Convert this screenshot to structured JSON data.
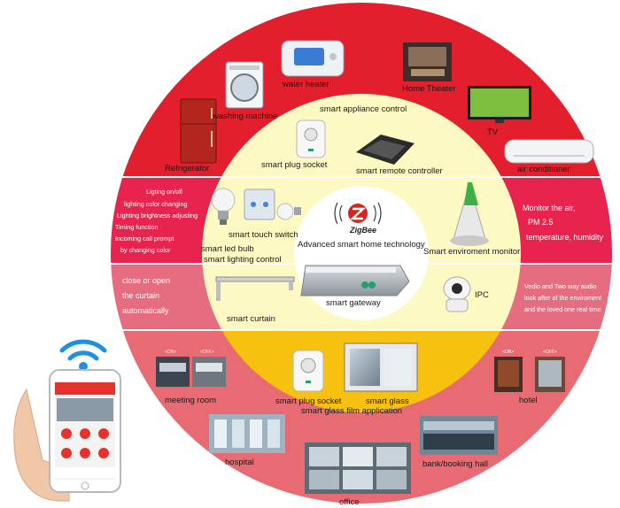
{
  "center": {
    "brand": "ZigBee",
    "tagline": "Advanced smart home technology",
    "hub": "smart gateway"
  },
  "rings": {
    "outer_top": {
      "color": "#e31e2d",
      "items": [
        "water heater",
        "Home  Theater",
        "washing machine",
        "TV",
        "Refrigerator",
        "air conditioner"
      ]
    },
    "inner_top": {
      "color": "#fdf9c2",
      "items": [
        "smart appliance control",
        "smart plug socket",
        "smart remote controller"
      ]
    },
    "band_lighting": {
      "color": "#e8244e",
      "left_text": [
        "Ligting on/off",
        "lighting color changing",
        "Lighting brightness adjusting",
        "Timing function",
        "Incoming call prompt",
        "by changing color"
      ],
      "right_text": [
        "Monitor the air,",
        "PM 2.5",
        "temperature, humidity"
      ],
      "items": [
        "smart touch switch",
        "smart led bulb",
        "smart lighting control",
        "Smart enviroment monitor"
      ]
    },
    "band_curtain": {
      "color": "#e56d7f",
      "left_text": [
        "close or open",
        "the curtain",
        "automatically"
      ],
      "right_text": [
        "Vedio and Two way audio",
        "look after of the enviroment",
        "and the loved one real time"
      ],
      "items": [
        "smart curtain",
        "IPC"
      ]
    },
    "outer_bottom": {
      "color": "#e86a72",
      "items": [
        "meeting room",
        "hotel",
        "hospital",
        "bank/booking hall",
        "office"
      ]
    },
    "inner_bottom": {
      "color": "#f7c20f",
      "items": [
        "smart plug socket",
        "smart glass",
        "smart glass film application"
      ]
    }
  },
  "glass_tags": {
    "on": "<ON>",
    "off": "<OFF>"
  },
  "colors": {
    "wifi": "#1e90e0",
    "gateway": "#aeb4bb",
    "accent_green": "#22a06b"
  }
}
